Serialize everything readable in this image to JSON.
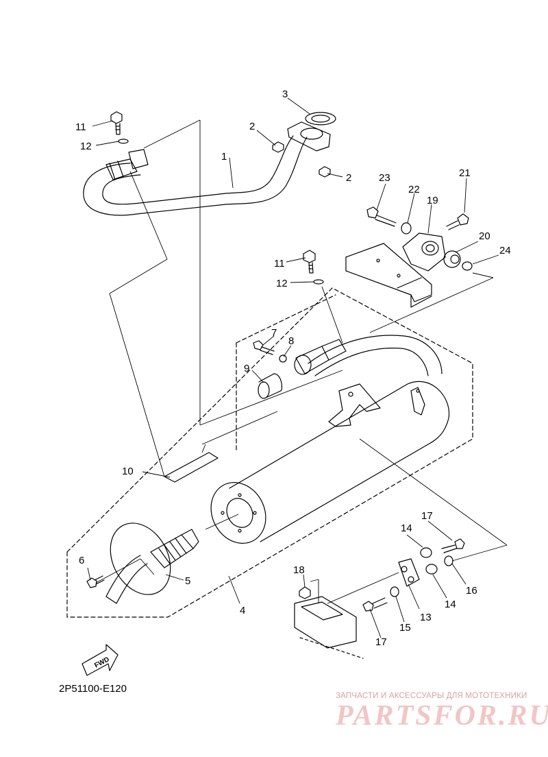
{
  "diagram": {
    "code": "2P51100-E120",
    "fwd_label": "FWD",
    "callouts": {
      "c1": "1",
      "c2a": "2",
      "c2b": "2",
      "c3": "3",
      "c4": "4",
      "c5": "5",
      "c6": "6",
      "c7": "7",
      "c8": "8",
      "c9": "9",
      "c10": "10",
      "c11a": "11",
      "c11b": "11",
      "c12a": "12",
      "c12b": "12",
      "c13": "13",
      "c14a": "14",
      "c14b": "14",
      "c15": "15",
      "c16": "16",
      "c17a": "17",
      "c17b": "17",
      "c18": "18",
      "c19": "19",
      "c20": "20",
      "c21": "21",
      "c22": "22",
      "c23": "23",
      "c24": "24"
    }
  },
  "watermark": {
    "tagline": "ЗАПЧАСТИ И АКСЕССУАРЫ ДЛЯ МОТОТЕХНИКИ",
    "logo": "PARTSFOR.RU",
    "color": "#f2c5c5"
  }
}
